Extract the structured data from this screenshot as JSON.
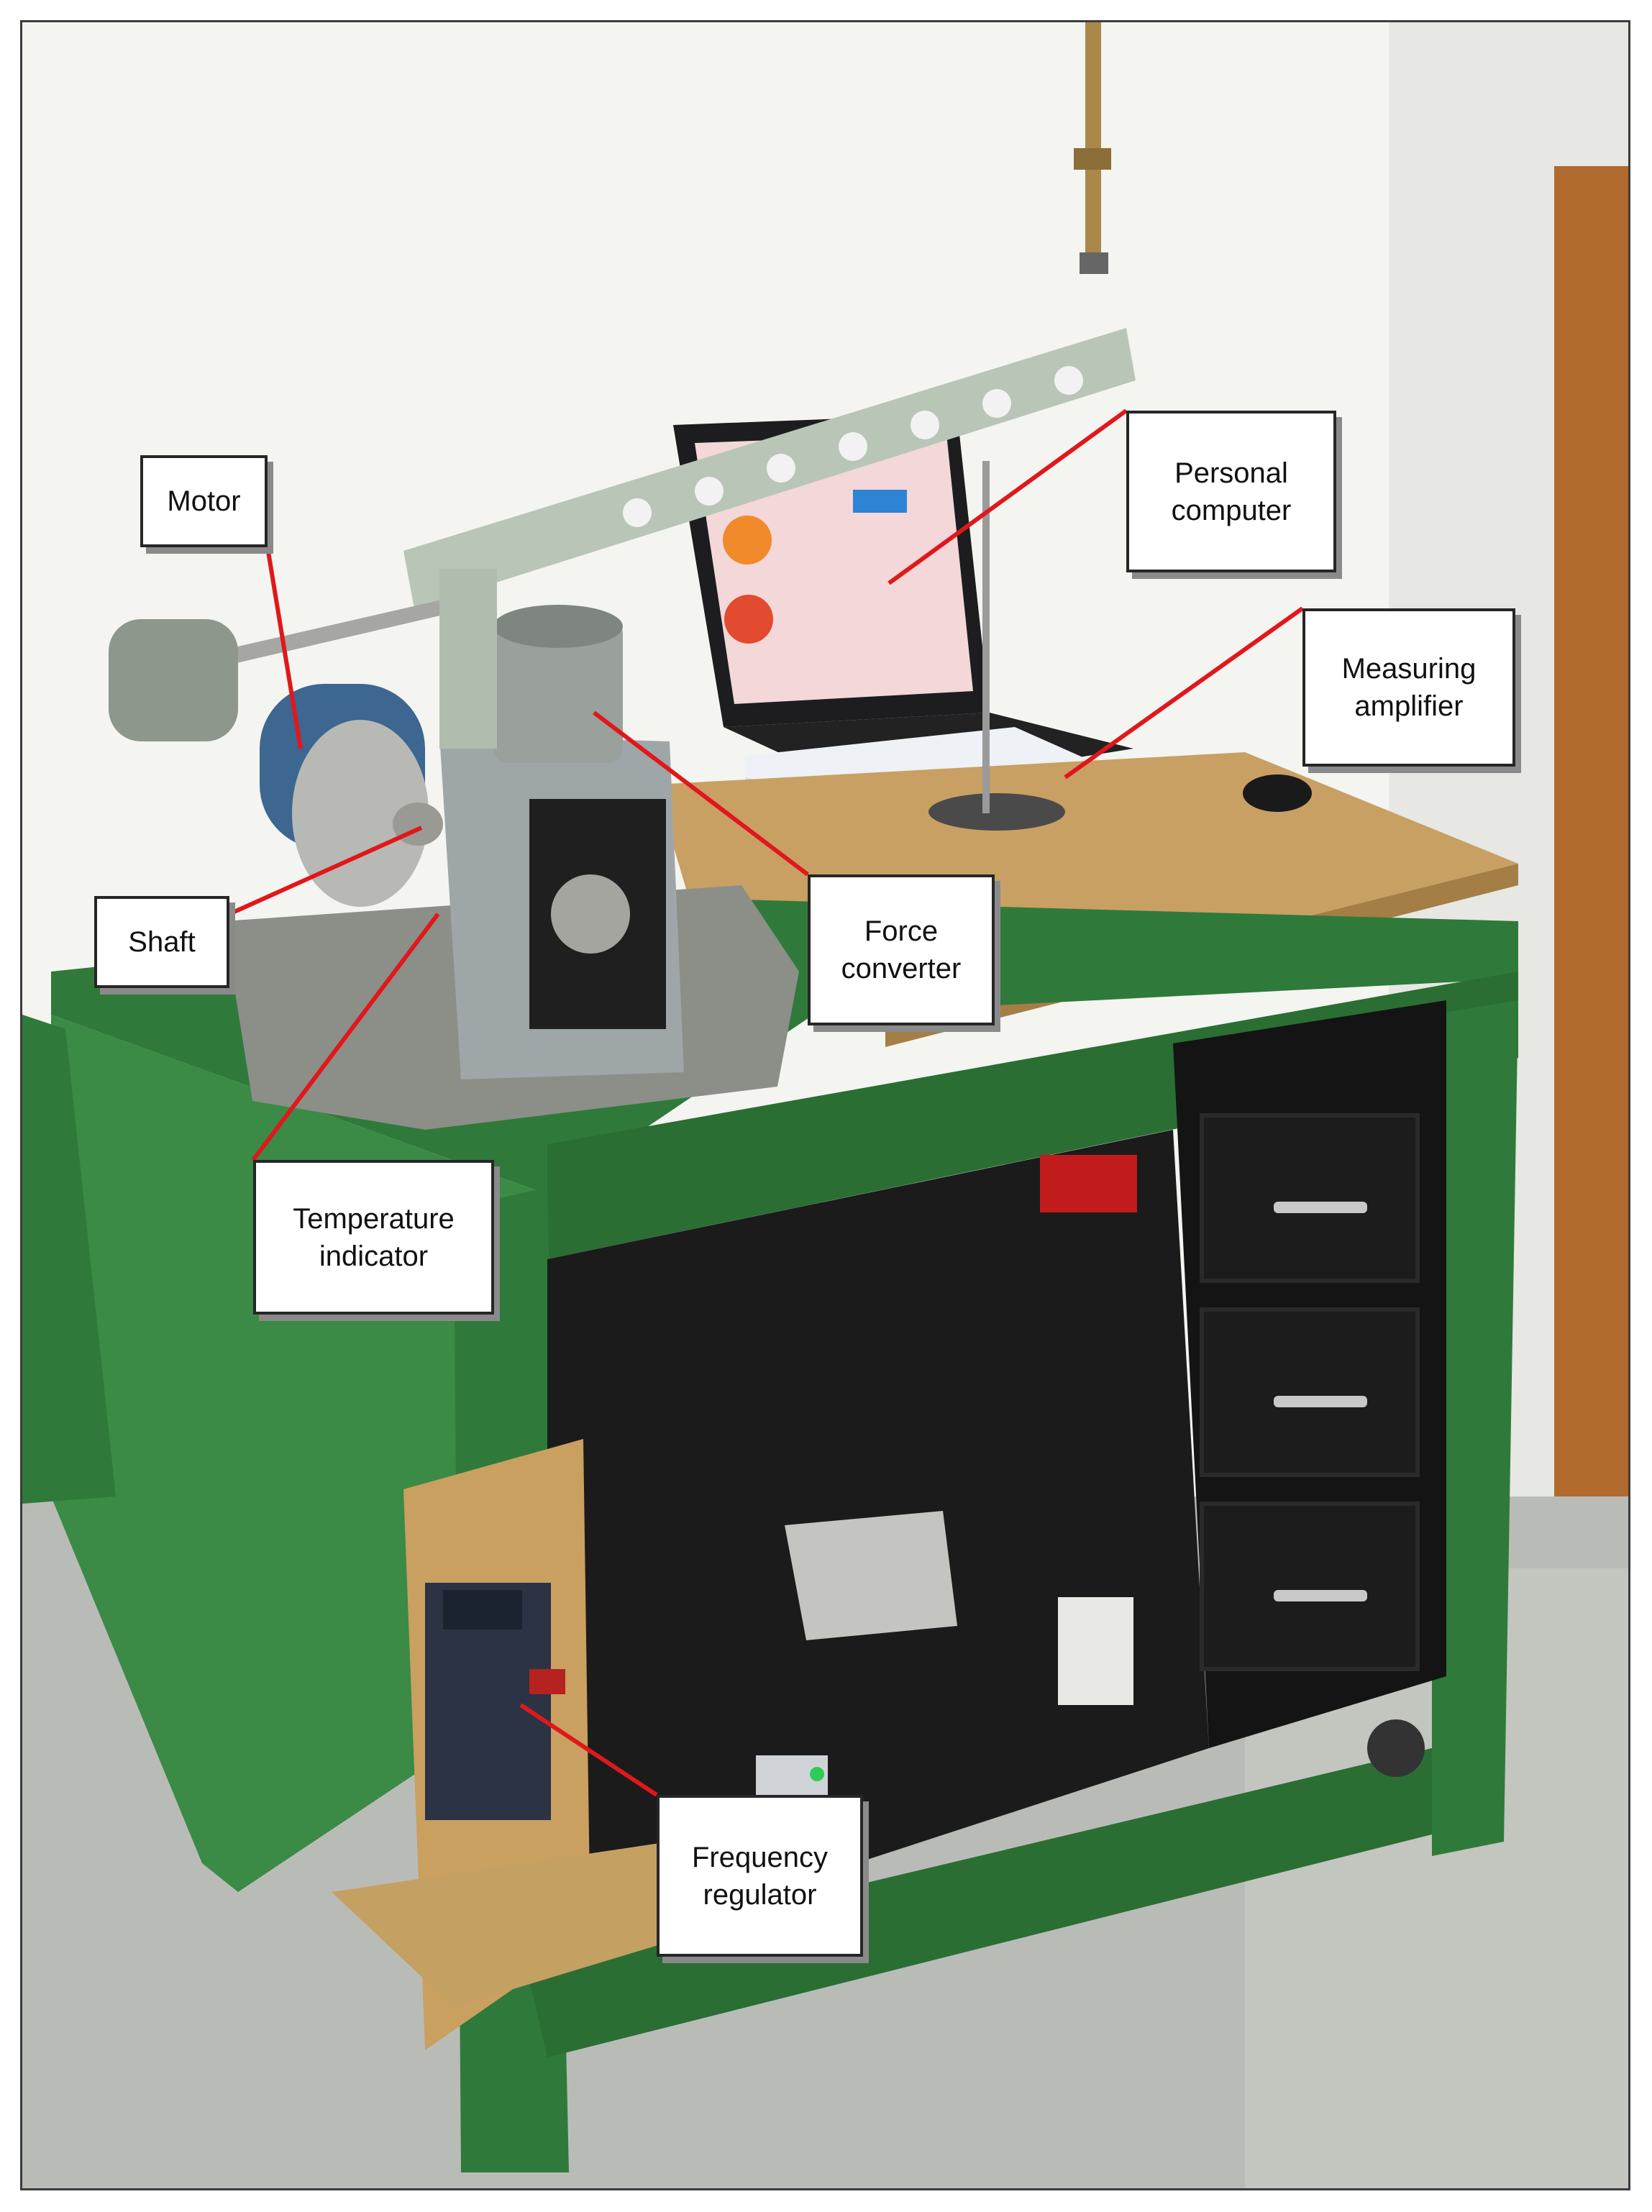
{
  "figure": {
    "labels": {
      "motor": "Motor",
      "personal_computer": "Personal\ncomputer",
      "measuring_amplifier": "Measuring\namplifier",
      "shaft": "Shaft",
      "force_converter": "Force\nconverter",
      "temperature_indicator": "Temperature\nindicator",
      "frequency_regulator": "Frequency\nregulator"
    },
    "colors": {
      "leader_line": "#e0181b",
      "cart_green": "#2f7a3a",
      "wood": "#c8a063",
      "beam": "#b9c6b7",
      "drawers": "#151515",
      "floor": "#b9bcb6",
      "wall": "#f4f4f1"
    }
  }
}
